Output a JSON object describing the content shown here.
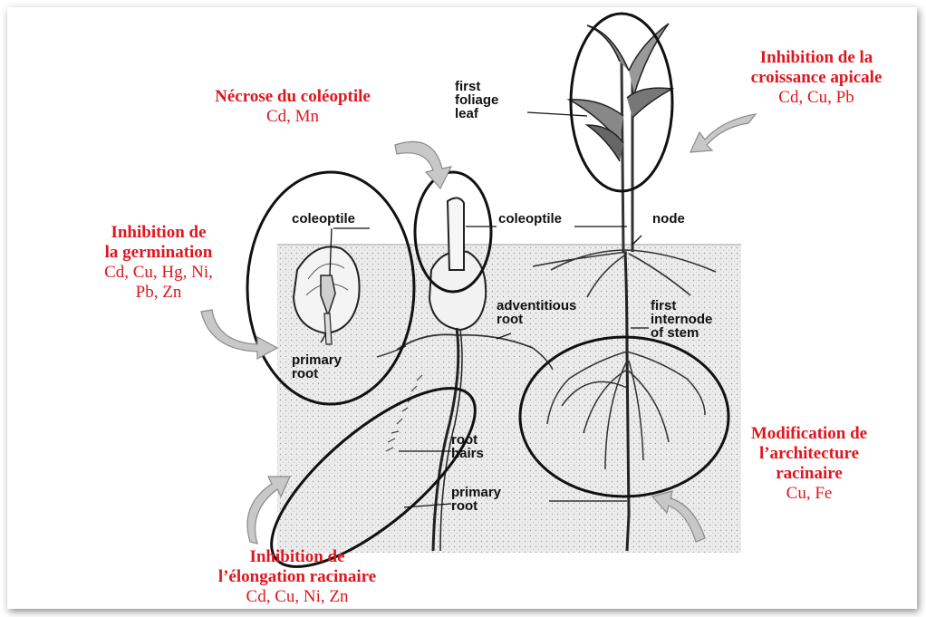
{
  "annotations": {
    "coleoptile_necrosis": {
      "title": "Nécrose du coléoptile",
      "metals": "Cd, Mn"
    },
    "apical_growth": {
      "title_line1": "Inhibition de la",
      "title_line2": "croissance apicale",
      "metals": "Cd, Cu, Pb"
    },
    "germination": {
      "title_line1": "Inhibition de",
      "title_line2": "la germination",
      "metals_line1": "Cd, Cu, Hg, Ni,",
      "metals_line2": "Pb, Zn"
    },
    "root_architecture": {
      "title_line1": "Modification de",
      "title_line2": "l’architecture",
      "title_line3": "racinaire",
      "metals": "Cu, Fe"
    },
    "root_elongation": {
      "title_line1": "Inhibition de",
      "title_line2": "l’élongation racinaire",
      "metals": "Cd, Cu, Ni, Zn"
    }
  },
  "labels": {
    "first_foliage_leaf": [
      "first",
      "foliage",
      "leaf"
    ],
    "coleoptile_left": "coleoptile",
    "coleoptile_center": "coleoptile",
    "node": "node",
    "adventitious_root": [
      "adventitious",
      "root"
    ],
    "first_internode": [
      "first",
      "internode",
      "of stem"
    ],
    "primary_root_left": [
      "primary",
      "root"
    ],
    "root_hairs": [
      "root",
      "hairs"
    ],
    "primary_root_bottom": [
      "primary",
      "root"
    ]
  },
  "colors": {
    "annotation": "#e0161e",
    "soil": "#e9e9e9",
    "ink": "#111111",
    "arrow_fill": "#bdbdbd"
  }
}
